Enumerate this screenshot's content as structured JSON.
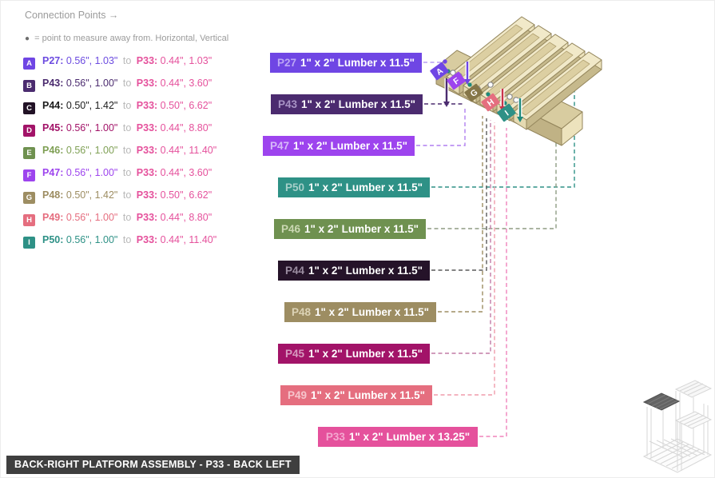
{
  "header": {
    "title": "Connection Points →"
  },
  "legend": {
    "dot": "●",
    "text": "= point to measure away from. Horizontal, Vertical"
  },
  "to_word": "to",
  "p33_color": "#E5519C",
  "connection_rows": [
    {
      "letter": "A",
      "badge_bg": "#6F46E4",
      "text_color": "#6C4BE0",
      "part": "P27:",
      "vals": "0.56\", 1.03\"",
      "to_part": "P33:",
      "to_vals": "0.44\", 1.03\""
    },
    {
      "letter": "B",
      "badge_bg": "#4B2B6F",
      "text_color": "#4B2B6F",
      "part": "P43:",
      "vals": "0.56\", 1.00\"",
      "to_part": "P33:",
      "to_vals": "0.44\", 3.60\""
    },
    {
      "letter": "C",
      "badge_bg": "#221226",
      "text_color": "#1c1c1c",
      "part": "P44:",
      "vals": "0.50\", 1.42\"",
      "to_part": "P33:",
      "to_vals": "0.50\", 6.62\""
    },
    {
      "letter": "D",
      "badge_bg": "#A21368",
      "text_color": "#A21368",
      "part": "P45:",
      "vals": "0.56\", 1.00\"",
      "to_part": "P33:",
      "to_vals": "0.44\", 8.80\""
    },
    {
      "letter": "E",
      "badge_bg": "#6F9150",
      "text_color": "#7FA055",
      "part": "P46:",
      "vals": "0.56\", 1.00\"",
      "to_part": "P33:",
      "to_vals": "0.44\", 11.40\""
    },
    {
      "letter": "F",
      "badge_bg": "#9D44EE",
      "text_color": "#9D44EE",
      "part": "P47:",
      "vals": "0.56\", 1.00\"",
      "to_part": "P33:",
      "to_vals": "0.44\", 3.60\""
    },
    {
      "letter": "G",
      "badge_bg": "#9D8D62",
      "text_color": "#9D8D62",
      "part": "P48:",
      "vals": "0.50\", 1.42\"",
      "to_part": "P33:",
      "to_vals": "0.50\", 6.62\""
    },
    {
      "letter": "H",
      "badge_bg": "#E56E7F",
      "text_color": "#E56E7F",
      "part": "P49:",
      "vals": "0.56\", 1.00\"",
      "to_part": "P33:",
      "to_vals": "0.44\", 8.80\""
    },
    {
      "letter": "I",
      "badge_bg": "#2E9186",
      "text_color": "#2E9186",
      "part": "P50:",
      "vals": "0.56\", 1.00\"",
      "to_part": "P33:",
      "to_vals": "0.44\", 11.40\""
    }
  ],
  "part_labels": [
    {
      "prefix": "P27",
      "text": "1\" x 2\" Lumber x 11.5\"",
      "bg": "#6F46E4",
      "prefix_color": "#BCA8F5",
      "leader": "#B79DF3"
    },
    {
      "prefix": "P43",
      "text": "1\" x 2\" Lumber x 11.5\"",
      "bg": "#4B2B6F",
      "prefix_color": "#A893C5",
      "leader": "#4B2B6F"
    },
    {
      "prefix": "P47",
      "text": "1\" x 2\" Lumber x 11.5\"",
      "bg": "#9D44EE",
      "prefix_color": "#D7B9F9",
      "leader": "#B07FF0"
    },
    {
      "prefix": "P50",
      "text": "1\" x 2\" Lumber x 11.5\"",
      "bg": "#2E9186",
      "prefix_color": "#A6CFC9",
      "leader": "#2E9186"
    },
    {
      "prefix": "P46",
      "text": "1\" x 2\" Lumber x 11.5\"",
      "bg": "#6F9150",
      "prefix_color": "#CBD8B3",
      "leader": "#8F9C84"
    },
    {
      "prefix": "P44",
      "text": "1\" x 2\" Lumber x 11.5\"",
      "bg": "#251329",
      "prefix_color": "#9A8CA0",
      "leader": "#5A5A5A"
    },
    {
      "prefix": "P48",
      "text": "1\" x 2\" Lumber x 11.5\"",
      "bg": "#9D8D62",
      "prefix_color": "#DCD3B6",
      "leader": "#9D8D62"
    },
    {
      "prefix": "P45",
      "text": "1\" x 2\" Lumber x 11.5\"",
      "bg": "#A21368",
      "prefix_color": "#D79BC0",
      "leader": "#C27BA5"
    },
    {
      "prefix": "P49",
      "text": "1\" x 2\" Lumber x 11.5\"",
      "bg": "#E56E7F",
      "prefix_color": "#F6C5CC",
      "leader": "#F09CAB"
    },
    {
      "prefix": "P33",
      "text": "1\" x 2\" Lumber x 13.25\"",
      "bg": "#E5519C",
      "prefix_color": "#F4A8D0",
      "leader": "#F083BC"
    }
  ],
  "model": {
    "badges": [
      {
        "letter": "A",
        "color": "#6F46E4"
      },
      {
        "letter": "F",
        "color": "#9D44EE"
      },
      {
        "letter": "G",
        "color": "#857648"
      },
      {
        "letter": "H",
        "color": "#E56E7F"
      },
      {
        "letter": "I",
        "color": "#2E9186"
      }
    ]
  },
  "banner": {
    "text": "BACK-RIGHT PLATFORM ASSEMBLY - P33 - BACK LEFT"
  }
}
